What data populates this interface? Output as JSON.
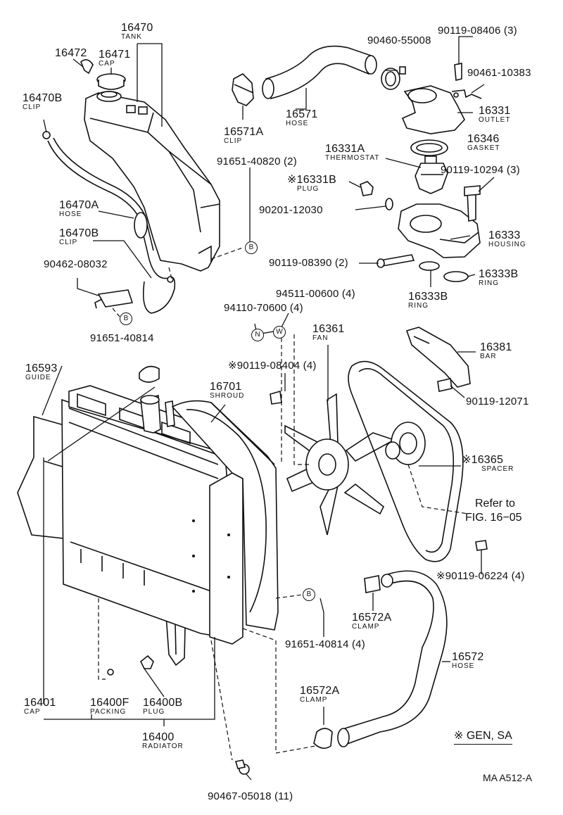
{
  "legend": "※ GEN, SA",
  "diagram_code": "MA A512-A",
  "reference": {
    "line1": "Refer to",
    "line2": "FIG. 16−05"
  },
  "markers": {
    "b": "B",
    "n": "N",
    "w": "W"
  },
  "parts": {
    "tank": {
      "number": "16470",
      "name": "TANK"
    },
    "tank_hose_part": {
      "number": "16472",
      "name": ""
    },
    "tank_cap": {
      "number": "16471",
      "name": "CAP"
    },
    "clip_16470b_top": {
      "number": "16470B",
      "name": "CLIP"
    },
    "hose_16470a": {
      "number": "16470A",
      "name": "HOSE"
    },
    "clip_16470b_mid": {
      "number": "16470B",
      "name": "CLIP"
    },
    "bracket_bolt_90462": {
      "number": "90462-08032",
      "name": ""
    },
    "bolt_91651_40814_top": {
      "number": "91651-40814",
      "name": ""
    },
    "bolt_91651_40820": {
      "number": "91651-40820 (2)",
      "name": ""
    },
    "clip_16571a": {
      "number": "16571A",
      "name": "CLIP"
    },
    "hose_16571": {
      "number": "16571",
      "name": "HOSE"
    },
    "clamp_90460": {
      "number": "90460-55008",
      "name": ""
    },
    "bolt_90119_08406": {
      "number": "90119-08406 (3)",
      "name": ""
    },
    "stud_90461": {
      "number": "90461-10383",
      "name": ""
    },
    "outlet_16331": {
      "number": "16331",
      "name": "OUTLET"
    },
    "gasket_16346": {
      "number": "16346",
      "name": "GASKET"
    },
    "thermostat_16331a": {
      "number": "16331A",
      "name": "THERMOSTAT"
    },
    "plug_16331b": {
      "number": "※16331B",
      "name": "PLUG"
    },
    "bolt_90119_10294": {
      "number": "90119-10294 (3)",
      "name": ""
    },
    "gasket_90201": {
      "number": "90201-12030",
      "name": ""
    },
    "housing_16333": {
      "number": "16333",
      "name": "HOUSING"
    },
    "bolt_90119_08390": {
      "number": "90119-08390 (2)",
      "name": ""
    },
    "ring_16333b_right": {
      "number": "16333B",
      "name": "RING"
    },
    "ring_16333b_left": {
      "number": "16333B",
      "name": "RING"
    },
    "washer_94511": {
      "number": "94511-00600 (4)",
      "name": ""
    },
    "nut_94110": {
      "number": "94110-70600 (4)",
      "name": ""
    },
    "fan_16361": {
      "number": "16361",
      "name": "FAN"
    },
    "bar_16381": {
      "number": "16381",
      "name": "BAR"
    },
    "bolt_90119_08404": {
      "number": "※90119-08404 (4)",
      "name": ""
    },
    "bolt_90119_12071": {
      "number": "90119-12071",
      "name": ""
    },
    "guide_16593": {
      "number": "16593",
      "name": "GUIDE"
    },
    "shroud_16701": {
      "number": "16701",
      "name": "SHROUD"
    },
    "spacer_16365": {
      "number": "※16365",
      "name": "SPACER"
    },
    "bolt_90119_06224": {
      "number": "※90119-06224 (4)",
      "name": ""
    },
    "clamp_16572a_top": {
      "number": "16572A",
      "name": "CLAMP"
    },
    "bolt_91651_40814_bottom": {
      "number": "91651-40814 (4)",
      "name": ""
    },
    "hose_16572": {
      "number": "16572",
      "name": "HOSE"
    },
    "clamp_16572a_bottom": {
      "number": "16572A",
      "name": "CLAMP"
    },
    "cap_16401": {
      "number": "16401",
      "name": "CAP"
    },
    "packing_16400f": {
      "number": "16400F",
      "name": "PACKING"
    },
    "plug_16400b": {
      "number": "16400B",
      "name": "PLUG"
    },
    "radiator_16400": {
      "number": "16400",
      "name": "RADIATOR"
    },
    "bolt_90467": {
      "number": "90467-05018 (11)",
      "name": ""
    }
  }
}
